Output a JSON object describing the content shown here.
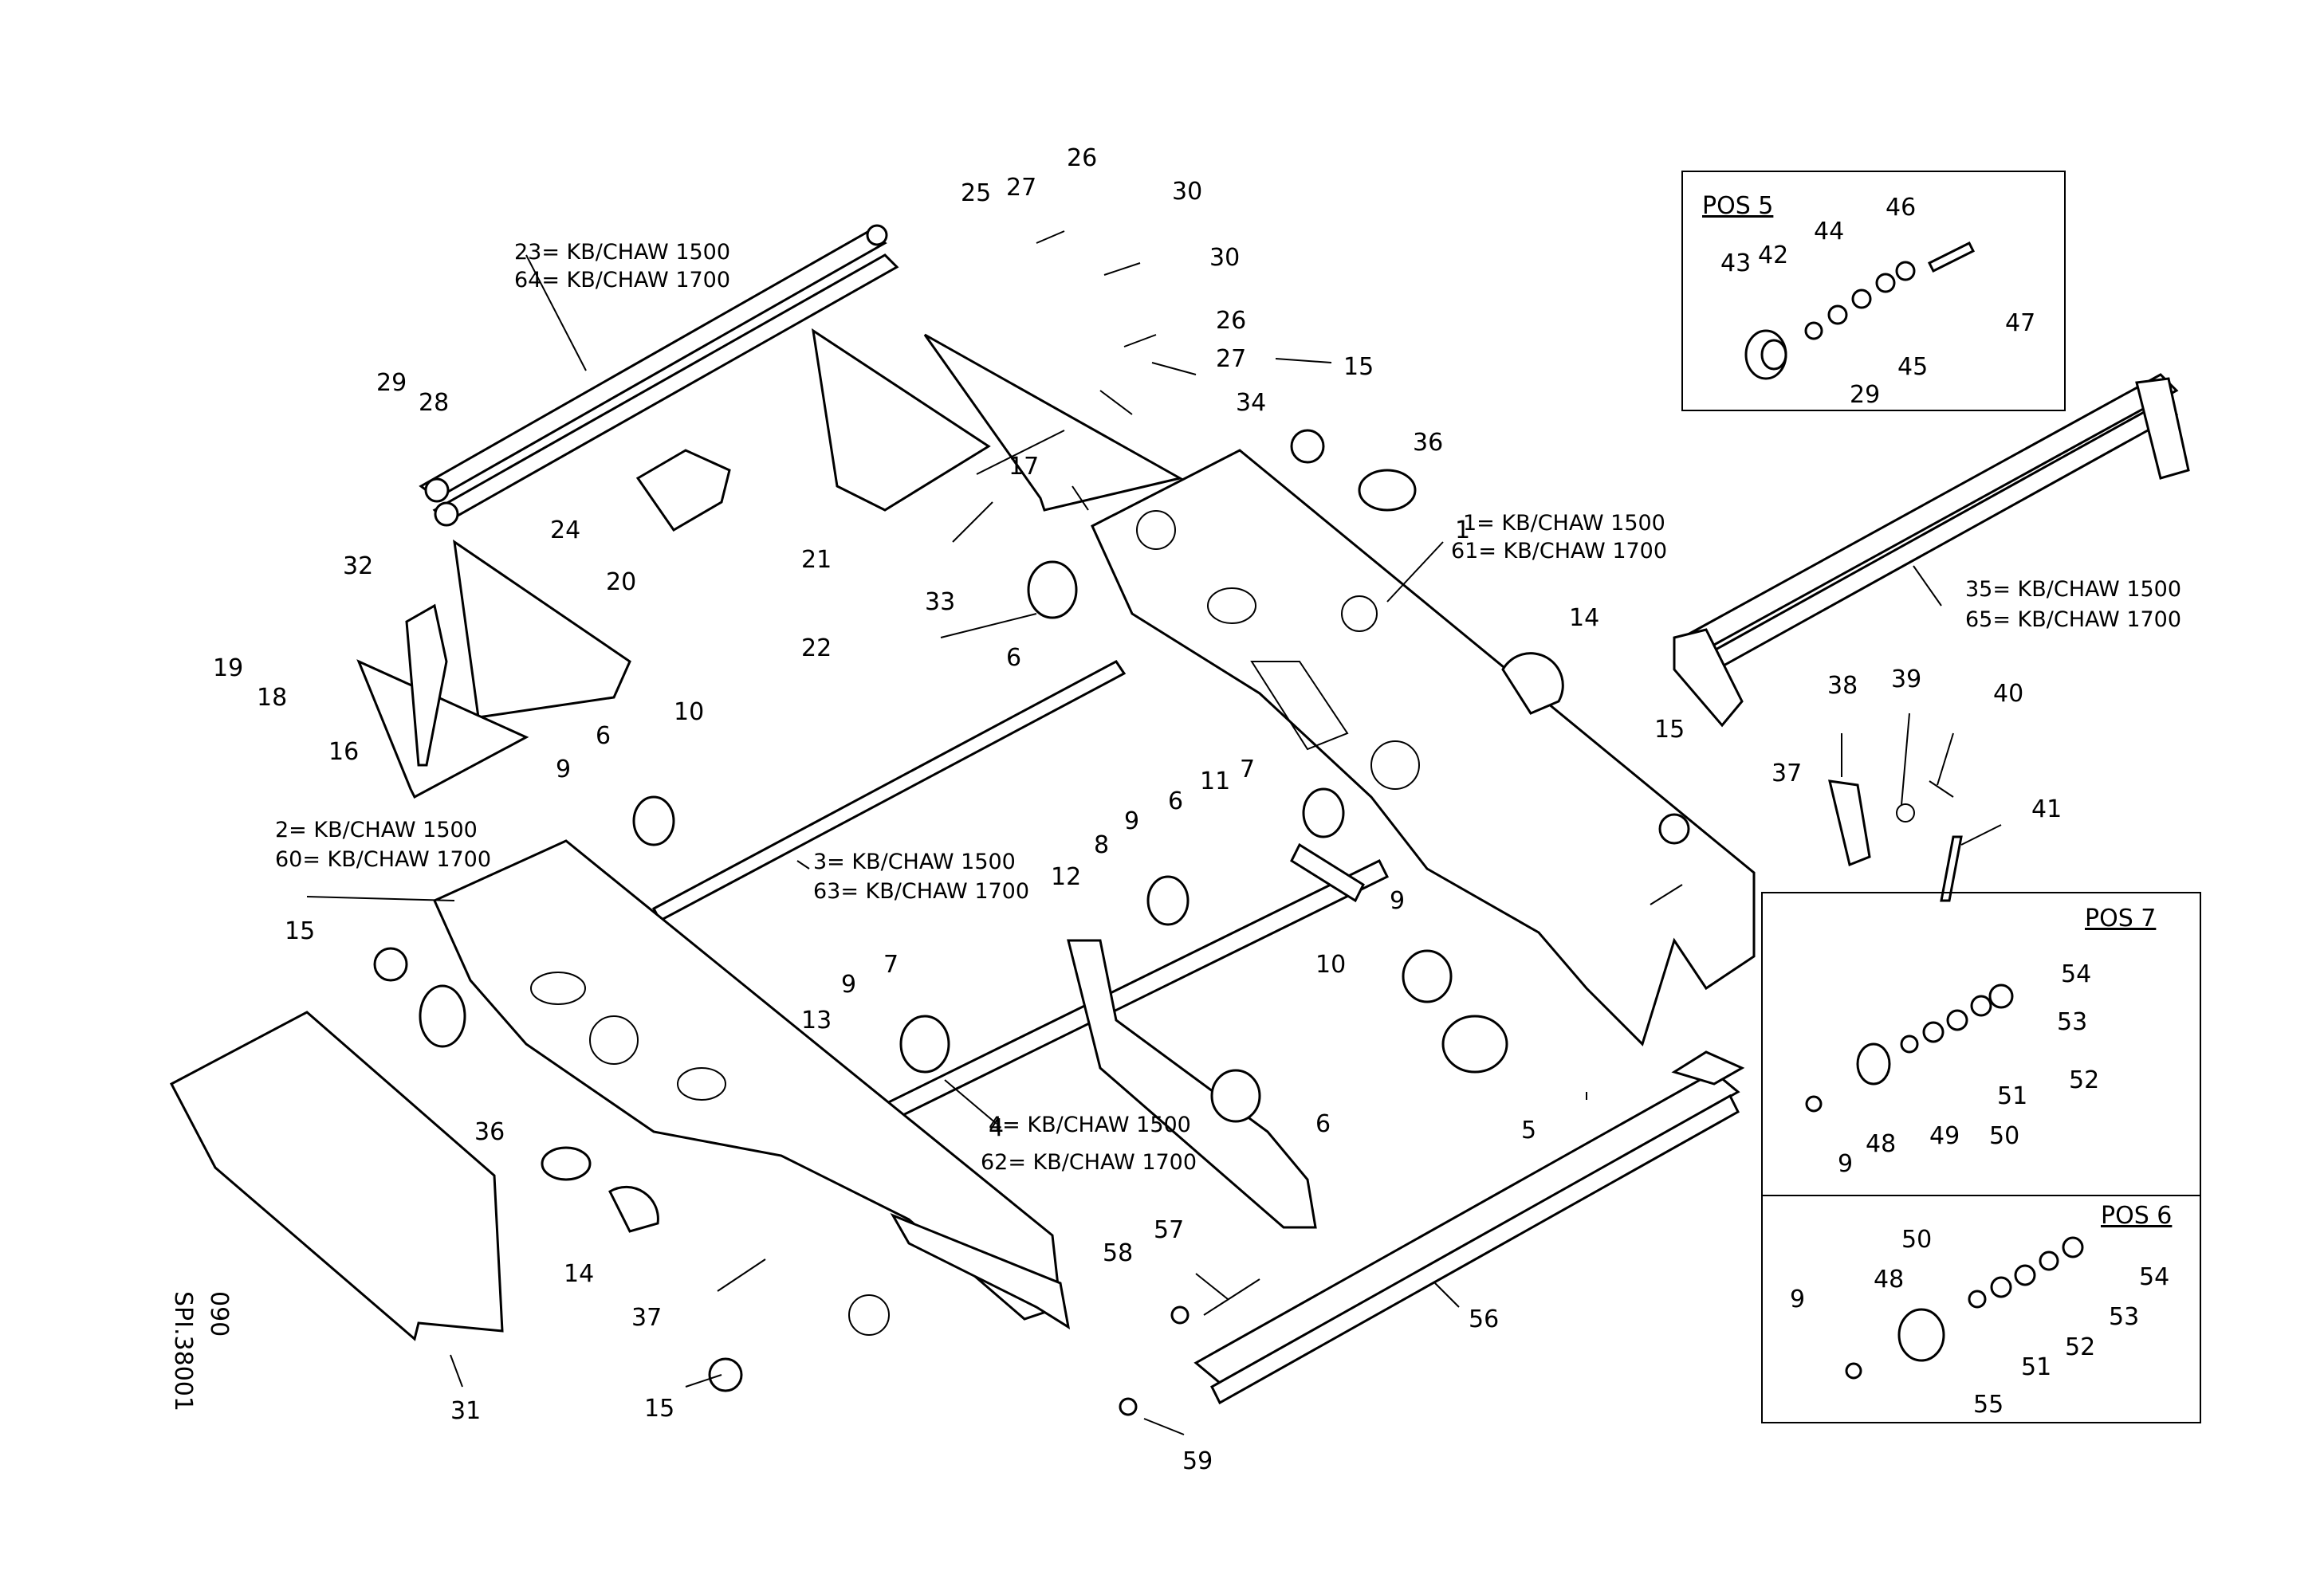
{
  "drawing_code": "SPI.38001",
  "drawing_sheet": "090",
  "part_numbers": [
    "1",
    "4",
    "5",
    "6",
    "6",
    "6",
    "6",
    "7",
    "7",
    "8",
    "9",
    "9",
    "9",
    "9",
    "10",
    "10",
    "11",
    "12",
    "13",
    "14",
    "14",
    "15",
    "15",
    "15",
    "15",
    "16",
    "17",
    "18",
    "19",
    "20",
    "21",
    "22",
    "24",
    "25",
    "26",
    "26",
    "27",
    "27",
    "28",
    "29",
    "30",
    "30",
    "31",
    "32",
    "33",
    "34",
    "36",
    "36",
    "37",
    "37",
    "38",
    "39",
    "40",
    "41",
    "56",
    "57",
    "58",
    "59"
  ],
  "captions": {
    "c23": "23= KB/CHAW 1500",
    "c64": "64= KB/CHAW 1700",
    "c1": "1= KB/CHAW 1500",
    "c61": "61= KB/CHAW 1700",
    "c35": "35= KB/CHAW 1500",
    "c65": "65= KB/CHAW 1700",
    "c2": "2= KB/CHAW 1500",
    "c60": "60= KB/CHAW 1700",
    "c3": "3= KB/CHAW 1500",
    "c63": "63= KB/CHAW 1700",
    "c4": "4= KB/CHAW 1500",
    "c62": "62= KB/CHAW 1700"
  },
  "pos5": {
    "title": "POS 5",
    "labels": [
      "43",
      "42",
      "44",
      "46",
      "47",
      "29",
      "45"
    ]
  },
  "pos7": {
    "title": "POS 7",
    "labels": [
      "54",
      "53",
      "52",
      "51",
      "50",
      "49",
      "48",
      "9"
    ]
  },
  "pos6": {
    "title": "POS 6",
    "labels": [
      "50",
      "54",
      "53",
      "52",
      "51",
      "55",
      "48",
      "9"
    ]
  }
}
